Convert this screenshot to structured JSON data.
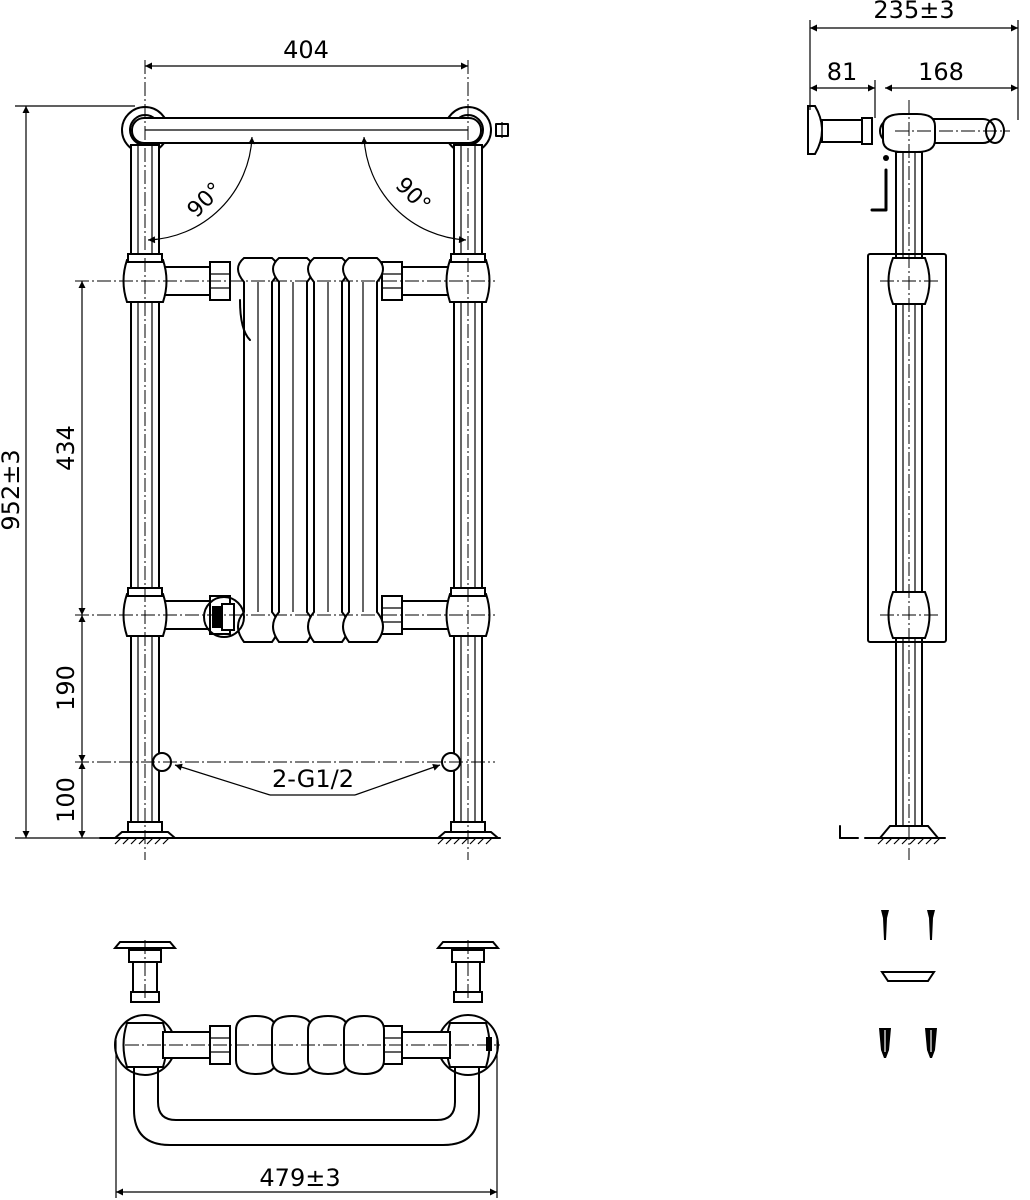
{
  "dimensions": {
    "top_width": "404",
    "depth_total": "235±3",
    "wall_offset": "81",
    "rail_projection": "168",
    "height_total": "952±3",
    "column_height": "434",
    "lower_rail": "190",
    "connection_height": "100",
    "total_width": "479±3"
  },
  "annotations": {
    "angle_left": "90°",
    "angle_right": "90°",
    "connection": "2-G1/2"
  }
}
